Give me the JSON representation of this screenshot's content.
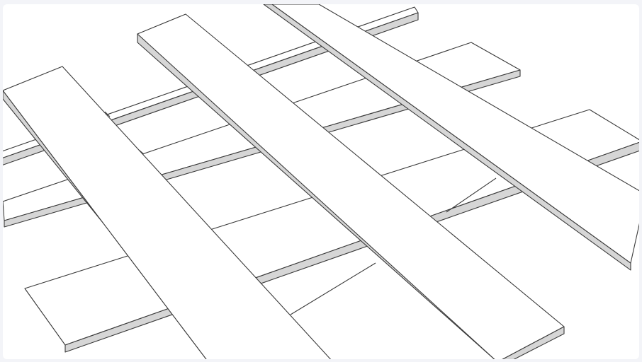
{
  "colors": {
    "background": "#f3f4f8",
    "canvas": "#ffffff",
    "board_top": "#ffffff",
    "board_edge": "#d6d6d6",
    "line": "#3a3a3a"
  },
  "scene": {
    "description_kind": "3d-model-viewport",
    "lower_boards": 3,
    "upper_boards": 3
  }
}
